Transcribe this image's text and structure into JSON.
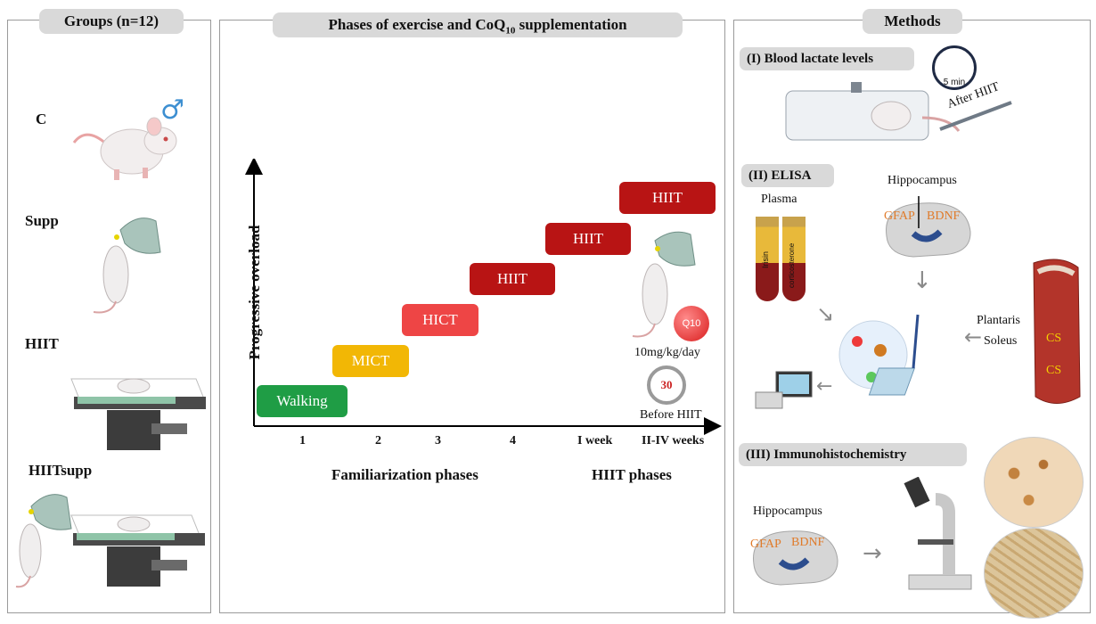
{
  "groups_panel": {
    "title": "Groups (n=12)",
    "groups": [
      "C",
      "Supp",
      "HIIT",
      "HIITsupp"
    ],
    "male_symbol": "♂"
  },
  "phases_panel": {
    "title_main": "Phases of exercise and CoQ",
    "title_sub": "10",
    "title_end": " supplementation",
    "y_axis_label": "Progressive overload",
    "phases": [
      {
        "label": "Walking",
        "color": "#1f9d45"
      },
      {
        "label": "MICT",
        "color": "#f2b705"
      },
      {
        "label": "HICT",
        "color": "#ee4545"
      },
      {
        "label": "HIIT",
        "color": "#b81414"
      },
      {
        "label": "HIIT",
        "color": "#b81414"
      },
      {
        "label": "HIIT",
        "color": "#b81414"
      }
    ],
    "x_ticks": [
      "1",
      "2",
      "3",
      "4",
      "I week",
      "II-IV weeks"
    ],
    "familiarization_label": "Familiarization phases",
    "hiit_label": "HIIT phases",
    "dose": "10mg/kg/day",
    "q10_text": "Q10",
    "timer_value": "30",
    "before_hiit": "Before HIIT"
  },
  "methods_panel": {
    "title": "Methods",
    "lactate": {
      "title": "(I) Blood lactate levels",
      "clock": "5 min",
      "after": "After HIIT"
    },
    "elisa": {
      "title": "(II) ELISA",
      "plasma": "Plasma",
      "tube1": "Irisin",
      "tube2": "corticosterone",
      "hippocampus": "Hippocampus",
      "gfap": "GFAP",
      "bdnf": "BDNF",
      "plantaris": "Plantaris",
      "soleus": "Soleus",
      "cs": "CS"
    },
    "ihc": {
      "title": "(III) Immunohistochemistry",
      "hippocampus": "Hippocampus",
      "gfap": "GFAP",
      "bdnf": "BDNF"
    }
  }
}
